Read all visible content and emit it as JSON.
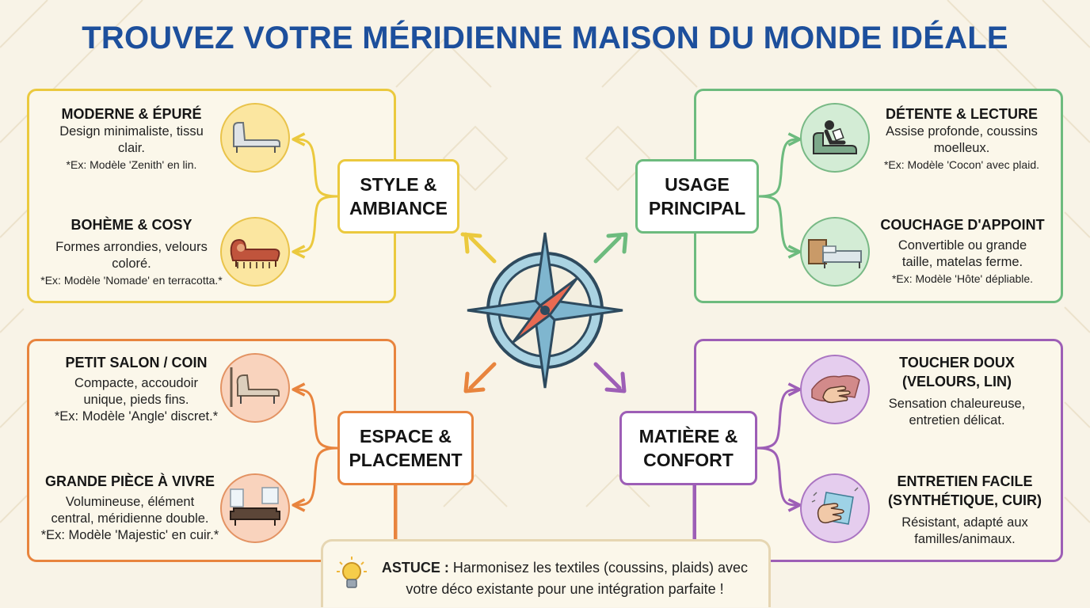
{
  "title": "TROUVEZ VOTRE MÉRIDIENNE MAISON DU MONDE IDÉALE",
  "colors": {
    "title": "#1d4f9c",
    "style": "#ebc93e",
    "usage": "#6dbb7e",
    "espace": "#e8843e",
    "matiere": "#9d5eb6"
  },
  "sections": {
    "style": {
      "hub_line1": "STYLE &",
      "hub_line2": "AMBIANCE",
      "items": [
        {
          "title": "MODERNE & ÉPURÉ",
          "desc_line1": "Design minimaliste, tissu",
          "desc_line2": "clair.",
          "example": "*Ex: Modèle 'Zenith' en lin.",
          "icon": "modern-chaise-icon"
        },
        {
          "title": "BOHÈME & COSY",
          "desc_line1": "Formes arrondies, velours",
          "desc_line2": "coloré.",
          "example": "*Ex: Modèle 'Nomade' en terracotta.*",
          "icon": "boho-chaise-icon"
        }
      ]
    },
    "usage": {
      "hub_line1": "USAGE",
      "hub_line2": "PRINCIPAL",
      "items": [
        {
          "title": "DÉTENTE & LECTURE",
          "desc_line1": "Assise profonde, coussins",
          "desc_line2": "moelleux.",
          "example": "*Ex: Modèle 'Cocon' avec plaid.",
          "icon": "reading-person-icon"
        },
        {
          "title": "COUCHAGE D'APPOINT",
          "desc_line1": "Convertible ou grande",
          "desc_line2": "taille, matelas ferme.",
          "example": "*Ex: Modèle 'Hôte' dépliable.",
          "icon": "sofa-bed-icon"
        }
      ]
    },
    "espace": {
      "hub_line1": "ESPACE &",
      "hub_line2": "PLACEMENT",
      "items": [
        {
          "title": "PETIT SALON / COIN",
          "desc_line1": "Compacte, accoudoir",
          "desc_line2": "unique, pieds fins.",
          "example": "*Ex: Modèle 'Angle' discret.*",
          "icon": "corner-chaise-icon"
        },
        {
          "title": "GRANDE PIÈCE À VIVRE",
          "desc_line1": "Volumineuse, élément",
          "desc_line2": "central, méridienne double.",
          "example": "*Ex: Modèle 'Majestic' en cuir.*",
          "icon": "living-room-icon"
        }
      ]
    },
    "matiere": {
      "hub_line1": "MATIÈRE &",
      "hub_line2": "CONFORT",
      "items": [
        {
          "title_line1": "TOUCHER DOUX",
          "title_line2": "(VELOURS, LIN)",
          "desc_line1": "Sensation chaleureuse,",
          "desc_line2": "entretien délicat.",
          "icon": "soft-touch-hand-icon"
        },
        {
          "title_line1": "ENTRETIEN FACILE",
          "title_line2": "(SYNTHÉTIQUE, CUIR)",
          "desc_line1": "Résistant, adapté aux",
          "desc_line2": "familles/animaux.",
          "icon": "cleaning-cloth-icon"
        }
      ]
    }
  },
  "tip": {
    "label": "ASTUCE :",
    "text_line1": " Harmonisez les textiles (coussins, plaids) avec",
    "text_line2": "votre déco existante pour une intégration parfaite !"
  }
}
